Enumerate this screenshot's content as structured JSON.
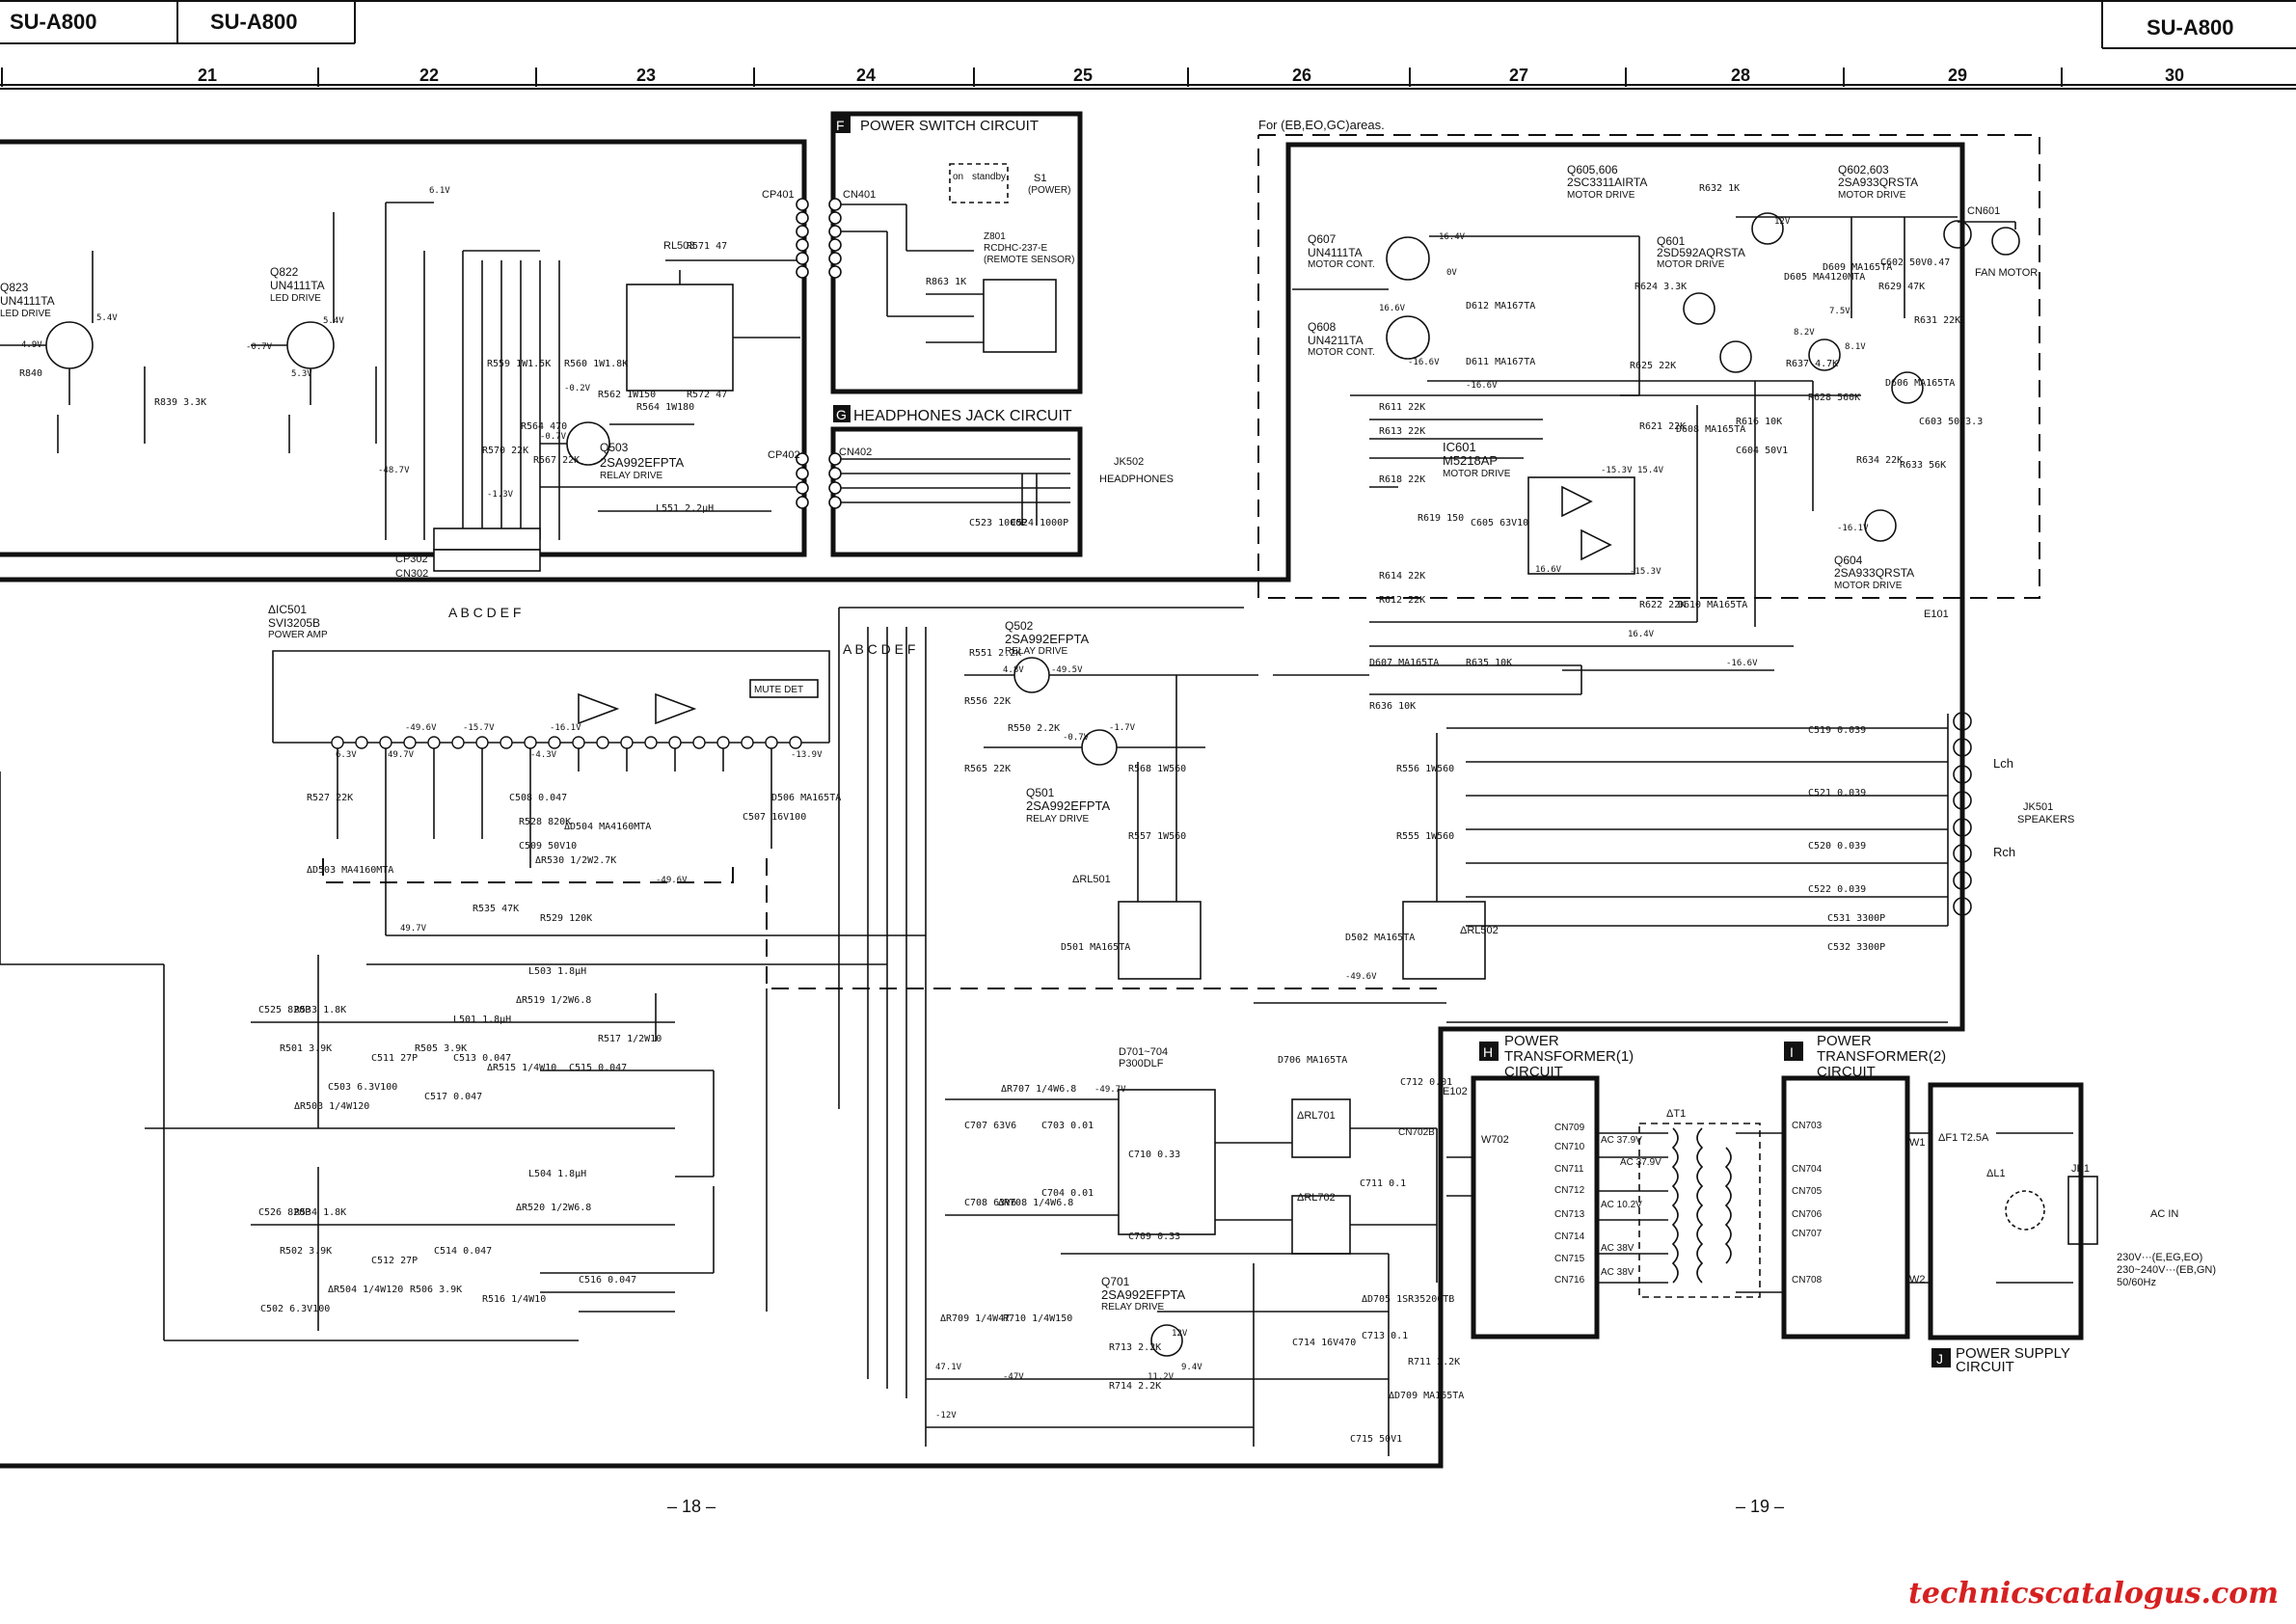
{
  "header": {
    "model_left_1": "SU-A800",
    "model_left_2": "SU-A800",
    "model_right": "SU-A800",
    "grid_columns": [
      "21",
      "22",
      "23",
      "24",
      "25",
      "26",
      "27",
      "28",
      "29",
      "30"
    ]
  },
  "footer": {
    "page_left": "– 18 –",
    "page_right": "– 19 –",
    "watermark": "technicscatalogus.com"
  },
  "blocks": {
    "F": {
      "letter": "F",
      "title": "POWER SWITCH CIRCUIT"
    },
    "G": {
      "letter": "G",
      "title": "HEADPHONES JACK CIRCUIT"
    },
    "H": {
      "letter": "H",
      "title_1": "POWER",
      "title_2": "TRANSFORMER(1)",
      "title_3": "CIRCUIT"
    },
    "I": {
      "letter": "I",
      "title_1": "POWER",
      "title_2": "TRANSFORMER(2)",
      "title_3": "CIRCUIT"
    },
    "J": {
      "letter": "J",
      "title_1": "POWER SUPPLY",
      "title_2": "CIRCUIT"
    }
  },
  "notes": {
    "areas": "For (EB,EO,GC)areas.",
    "mains_1": "230V···(E,EG,EO)",
    "mains_2": "230~240V···(EB,GN)",
    "mains_3": "50/60Hz",
    "ac_in": "AC IN"
  },
  "jacks": {
    "jk502": "JK502",
    "jk502_name": "HEADPHONES",
    "jk501": "JK501",
    "jk501_name": "SPEAKERS",
    "lch": "Lch",
    "rch": "Rch",
    "fan": "FAN MOTOR",
    "cn601": "CN601",
    "e101": "E101",
    "e102": "E102",
    "jk1": "JK1"
  },
  "semis": [
    {
      "ref": "Q823",
      "part": "UN4111TA",
      "role": "LED DRIVE"
    },
    {
      "ref": "Q822",
      "part": "UN4111TA",
      "role": "LED DRIVE"
    },
    {
      "ref": "Q503",
      "part": "2SA992EFPTA",
      "role": "RELAY DRIVE"
    },
    {
      "ref": "Q502",
      "part": "2SA992EFPTA",
      "role": "RELAY DRIVE"
    },
    {
      "ref": "Q501",
      "part": "2SA992EFPTA",
      "role": "RELAY DRIVE"
    },
    {
      "ref": "Q701",
      "part": "2SA992EFPTA",
      "role": "RELAY DRIVE"
    },
    {
      "ref": "Q605,606",
      "part": "2SC3311AIRTA",
      "role": "MOTOR DRIVE"
    },
    {
      "ref": "Q602,603",
      "part": "2SA933QRSTA",
      "role": "MOTOR DRIVE"
    },
    {
      "ref": "Q607",
      "part": "UN4111TA",
      "role": "MOTOR CONT."
    },
    {
      "ref": "Q608",
      "part": "UN4211TA",
      "role": "MOTOR CONT."
    },
    {
      "ref": "Q601",
      "part": "2SD592AQRSTA",
      "role": "MOTOR DRIVE"
    },
    {
      "ref": "Q604",
      "part": "2SA933QRSTA",
      "role": "MOTOR DRIVE"
    },
    {
      "ref": "IC601",
      "part": "M5218AP",
      "role": "MOTOR DRIVE"
    },
    {
      "ref": "ΔIC501",
      "part": "SVI3205B",
      "role": "POWER AMP"
    },
    {
      "ref": "Z801",
      "part": "RCDHC-237-E",
      "role": "(REMOTE SENSOR)"
    },
    {
      "ref": "D701~704",
      "part": "P300DLF",
      "role": ""
    }
  ],
  "labels": {
    "s1": "S1",
    "s1_role": "(POWER)",
    "on": "on",
    "standby": "standby",
    "cp401": "CP401",
    "cn401": "CN401",
    "cp402": "CP402",
    "cn402": "CN402",
    "cp302": "CP302",
    "cn302": "CN302",
    "rl503": "RL503",
    "mute_det": "MUTE DET",
    "abcdef": "A B C  D E F",
    "rl501": "ΔRL501",
    "rl502": "ΔRL502",
    "rl701": "ΔRL701",
    "rl702": "ΔRL702",
    "t1": "ΔT1",
    "f1": "ΔF1 T2.5A",
    "l1": "ΔL1",
    "w702": "W702",
    "w1": "W1",
    "w2": "W2",
    "cn702b": "CN702B"
  },
  "parts": [
    {
      "id": "r840",
      "t": "R840"
    },
    {
      "id": "r839",
      "t": "R839 3.3K"
    },
    {
      "id": "r571",
      "t": "R571 47"
    },
    {
      "id": "r863",
      "t": "R863 1K"
    },
    {
      "id": "r559",
      "t": "R559 1W1.5K"
    },
    {
      "id": "r560",
      "t": "R560 1W1.8K"
    },
    {
      "id": "r562",
      "t": "R562 1W150"
    },
    {
      "id": "r564",
      "t": "R564 1W180"
    },
    {
      "id": "r572",
      "t": "R572 47"
    },
    {
      "id": "r564b",
      "t": "R564 470"
    },
    {
      "id": "r570",
      "t": "R570 22K"
    },
    {
      "id": "r567",
      "t": "R567 22K"
    },
    {
      "id": "l551",
      "t": "L551 2.2μH"
    },
    {
      "id": "c523",
      "t": "C523 1000P"
    },
    {
      "id": "c524",
      "t": "C524 1000P"
    },
    {
      "id": "r551",
      "t": "R551 2.2K"
    },
    {
      "id": "r550",
      "t": "R550 2.2K"
    },
    {
      "id": "r556",
      "t": "R556 22K"
    },
    {
      "id": "r565",
      "t": "R565 22K"
    },
    {
      "id": "r568",
      "t": "R568 1W560"
    },
    {
      "id": "r557",
      "t": "R557 1W560"
    },
    {
      "id": "r527",
      "t": "R527 22K"
    },
    {
      "id": "r528",
      "t": "R528 820K"
    },
    {
      "id": "c509",
      "t": "C509 50V10"
    },
    {
      "id": "r530",
      "t": "ΔR530 1/2W2.7K"
    },
    {
      "id": "r535",
      "t": "R535 47K"
    },
    {
      "id": "r529",
      "t": "R529 120K"
    },
    {
      "id": "d504",
      "t": "ΔD504 MA4160MTA"
    },
    {
      "id": "d503",
      "t": "ΔD503 MA4160MTA"
    },
    {
      "id": "d506",
      "t": "D506 MA165TA"
    },
    {
      "id": "c507",
      "t": "C507 16V100"
    },
    {
      "id": "c508",
      "t": "C508 0.047"
    },
    {
      "id": "c525",
      "t": "C525 820P"
    },
    {
      "id": "r533",
      "t": "R533 1.8K"
    },
    {
      "id": "r501",
      "t": "R501 3.9K"
    },
    {
      "id": "r503",
      "t": "ΔR503 1/4W120"
    },
    {
      "id": "c503",
      "t": "C503 6.3V100"
    },
    {
      "id": "c511",
      "t": "C511 27P"
    },
    {
      "id": "r505",
      "t": "R505 3.9K"
    },
    {
      "id": "c513",
      "t": "C513 0.047"
    },
    {
      "id": "l503",
      "t": "L503 1.8μH"
    },
    {
      "id": "r519",
      "t": "ΔR519 1/2W6.8"
    },
    {
      "id": "l501",
      "t": "L501 1.8μH"
    },
    {
      "id": "r515",
      "t": "ΔR515 1/4W10"
    },
    {
      "id": "c515",
      "t": "C515 0.047"
    },
    {
      "id": "c517",
      "t": "C517 0.047"
    },
    {
      "id": "r517",
      "t": "R517 1/2W10"
    },
    {
      "id": "c526",
      "t": "C526 820P"
    },
    {
      "id": "r534",
      "t": "R534 1.8K"
    },
    {
      "id": "r502",
      "t": "R502 3.9K"
    },
    {
      "id": "c502",
      "t": "C502 6.3V100"
    },
    {
      "id": "r504",
      "t": "ΔR504 1/4W120"
    },
    {
      "id": "c512",
      "t": "C512 27P"
    },
    {
      "id": "r506",
      "t": "R506 3.9K"
    },
    {
      "id": "c514",
      "t": "C514 0.047"
    },
    {
      "id": "l504",
      "t": "L504 1.8μH"
    },
    {
      "id": "r520",
      "t": "ΔR520 1/2W6.8"
    },
    {
      "id": "r516",
      "t": "R516 1/4W10"
    },
    {
      "id": "c516",
      "t": "C516 0.047"
    },
    {
      "id": "r707",
      "t": "ΔR707 1/4W6.8"
    },
    {
      "id": "r708",
      "t": "ΔR708 1/4W6.8"
    },
    {
      "id": "c707",
      "t": "C707 63V6"
    },
    {
      "id": "c703",
      "t": "C703 0.01"
    },
    {
      "id": "c708",
      "t": "C708 63V6"
    },
    {
      "id": "c704",
      "t": "C704 0.01"
    },
    {
      "id": "c710",
      "t": "C710 0.33"
    },
    {
      "id": "c709",
      "t": "C709 0.33"
    },
    {
      "id": "c712",
      "t": "C712 0.01"
    },
    {
      "id": "c711",
      "t": "C711 0.1"
    },
    {
      "id": "d705",
      "t": "ΔD705 1SR35200TB"
    },
    {
      "id": "c713",
      "t": "C713 0.1"
    },
    {
      "id": "c714",
      "t": "C714 16V470"
    },
    {
      "id": "d709",
      "t": "ΔD709 MA165TA"
    },
    {
      "id": "c715",
      "t": "C715 50V1"
    },
    {
      "id": "r709",
      "t": "ΔR709 1/4W47"
    },
    {
      "id": "r710",
      "t": "R710 1/4W150"
    },
    {
      "id": "r713",
      "t": "R713 2.2K"
    },
    {
      "id": "r714",
      "t": "R714 2.2K"
    },
    {
      "id": "r711",
      "t": "R711 2.2K"
    },
    {
      "id": "d706",
      "t": "D706 MA165TA"
    },
    {
      "id": "r632",
      "t": "R632 1K"
    },
    {
      "id": "r624",
      "t": "R624 3.3K"
    },
    {
      "id": "r625",
      "t": "R625 22K"
    },
    {
      "id": "d612",
      "t": "D612 MA167TA"
    },
    {
      "id": "d611",
      "t": "D611 MA167TA"
    },
    {
      "id": "d605",
      "t": "D605 MA4120MTA"
    },
    {
      "id": "d609",
      "t": "D609 MA165TA"
    },
    {
      "id": "c602",
      "t": "C602 50V0.47"
    },
    {
      "id": "r629",
      "t": "R629 47K"
    },
    {
      "id": "r631",
      "t": "R631 22K"
    },
    {
      "id": "r637",
      "t": "R637 4.7K"
    },
    {
      "id": "r628",
      "t": "R628 560K"
    },
    {
      "id": "d606",
      "t": "D606 MA165TA"
    },
    {
      "id": "c603",
      "t": "C603 50V3.3"
    },
    {
      "id": "r634",
      "t": "R634 22K"
    },
    {
      "id": "r633",
      "t": "R633 56K"
    },
    {
      "id": "r621",
      "t": "R621 22K"
    },
    {
      "id": "d608",
      "t": "D608 MA165TA"
    },
    {
      "id": "r616",
      "t": "R616 10K"
    },
    {
      "id": "c604",
      "t": "C604 50V1"
    },
    {
      "id": "r611",
      "t": "R611 22K"
    },
    {
      "id": "r613",
      "t": "R613 22K"
    },
    {
      "id": "r618",
      "t": "R618 22K"
    },
    {
      "id": "r619",
      "t": "R619 150"
    },
    {
      "id": "c605",
      "t": "C605 63V10"
    },
    {
      "id": "r614",
      "t": "R614 22K"
    },
    {
      "id": "r612",
      "t": "R612 22K"
    },
    {
      "id": "r622",
      "t": "R622 22K"
    },
    {
      "id": "d610",
      "t": "D610 MA165TA"
    },
    {
      "id": "r635",
      "t": "R635 10K"
    },
    {
      "id": "r636",
      "t": "R636 10K"
    },
    {
      "id": "d607",
      "t": "D607 MA165TA"
    },
    {
      "id": "c519",
      "t": "C519 0.039"
    },
    {
      "id": "c521",
      "t": "C521 0.039"
    },
    {
      "id": "c520",
      "t": "C520 0.039"
    },
    {
      "id": "c522",
      "t": "C522 0.039"
    },
    {
      "id": "c531",
      "t": "C531 3300P"
    },
    {
      "id": "c532",
      "t": "C532 3300P"
    },
    {
      "id": "r556b",
      "t": "R556 1W560"
    },
    {
      "id": "r555",
      "t": "R555 1W560"
    },
    {
      "id": "d501",
      "t": "D501 MA165TA"
    },
    {
      "id": "d502",
      "t": "D502 MA165TA"
    }
  ],
  "cn_transformer_1": [
    "CN709",
    "CN710",
    "CN711",
    "CN712",
    "CN713",
    "CN714",
    "CN715",
    "CN716"
  ],
  "ac_values": [
    "AC 37.9V",
    "AC 37.9V",
    "AC 10.2V",
    "AC 38V",
    "AC 38V"
  ],
  "cn_transformer_2": [
    "CN703",
    "CN704",
    "CN705",
    "CN706",
    "CN707",
    "CN708"
  ],
  "voltages": [
    "6.1V",
    "5.4V",
    "4.9V",
    "-0.7V",
    "5.4V",
    "5.3V",
    "-0.2V",
    "-0.7V",
    "-48.7V",
    "-1.3V",
    "4.8V",
    "-49.5V",
    "-0.7V",
    "-1.7V",
    "-49.6V",
    "-15.7V",
    "-16.1V",
    "-13.9V",
    "6.3V",
    "49.7V",
    "-4.3V",
    "-49.6V",
    "49.7V",
    "-49.6V",
    "-49.7V",
    "-47V",
    "47.1V",
    "-12V",
    "12V",
    "9.4V",
    "11.2V",
    "16.4V",
    "16.6V",
    "-16.6V",
    "-16.6V",
    "12V",
    "0V",
    "7.5V",
    "8.2V",
    "8.1V",
    "-16.1V",
    "-15.3V",
    "15.4V",
    "16.6V",
    "-15.3V",
    "-16.6V",
    "16.4V"
  ]
}
